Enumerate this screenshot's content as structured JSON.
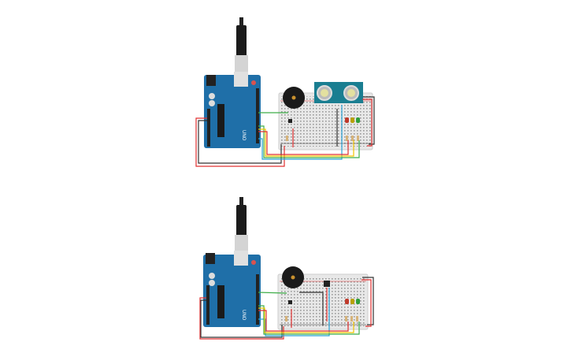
{
  "circuits": [
    {
      "board_label": "UNO",
      "sensor": "ultrasonic-sensor",
      "led_colors": [
        "#c0392b",
        "#b8a000",
        "#2e9e3a"
      ]
    },
    {
      "board_label": "UNO",
      "sensor": "tilt-sensor",
      "led_colors": [
        "#c0392b",
        "#b8a000",
        "#2e9e3a"
      ]
    }
  ],
  "colors": {
    "board": "#1f6fa8",
    "breadboard": "#e8e8e8",
    "wire_red": "#e03030",
    "wire_black": "#333333",
    "wire_green": "#3fae49",
    "wire_blue": "#2aa3d8",
    "wire_yellow": "#f2c500",
    "sensor": "#1a7e91"
  }
}
